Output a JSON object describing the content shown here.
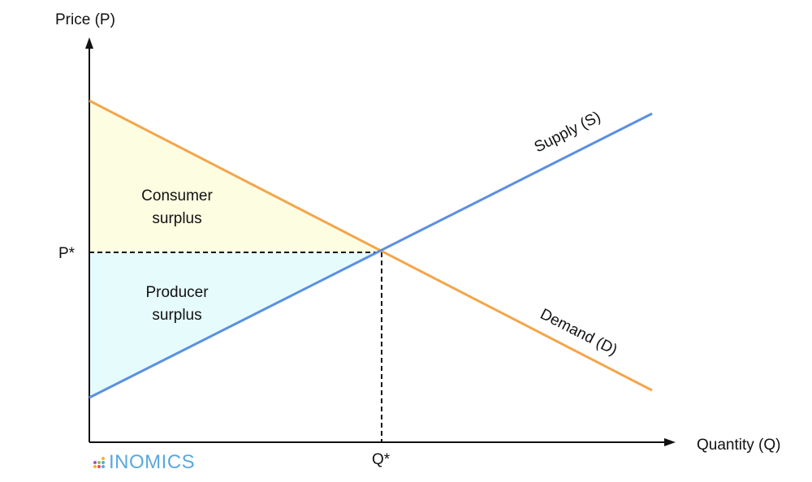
{
  "axes": {
    "y_label": "Price (P)",
    "x_label": "Quantity (Q)"
  },
  "equilibrium": {
    "price_label": "P*",
    "quantity_label": "Q*"
  },
  "curves": {
    "supply_label": "Supply (S)",
    "demand_label": "Demand (D)"
  },
  "regions": {
    "consumer_surplus": [
      "Consumer",
      "surplus"
    ],
    "producer_surplus": [
      "Producer",
      "surplus"
    ]
  },
  "brand": {
    "name": "INOMICS"
  },
  "colors": {
    "supply": "#5b8fe0",
    "demand": "#f4a54a",
    "consumer_fill": "#fdfde2",
    "producer_fill": "#e6fbfc",
    "axis": "#111111",
    "brand_text": "#59a8df"
  }
}
